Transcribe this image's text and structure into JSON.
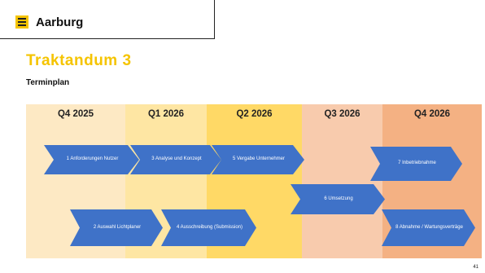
{
  "header": {
    "brand": "Aarburg"
  },
  "slide": {
    "title": "Traktandum 3",
    "subtitle": "Terminplan"
  },
  "quarters": [
    {
      "label": "Q4 2025",
      "color": "#fde9c4"
    },
    {
      "label": "Q1 2026",
      "color": "#fee6a3"
    },
    {
      "label": "Q2 2026",
      "color": "#ffd966"
    },
    {
      "label": "Q3 2026",
      "color": "#f8cbad"
    },
    {
      "label": "Q4 2026",
      "color": "#f4b183"
    }
  ],
  "tasks": [
    {
      "label": "1 Anforderungen Nutzer"
    },
    {
      "label": "2 Auswahl Lichtplaner"
    },
    {
      "label": "3 Analyse und Konzept"
    },
    {
      "label": "4 Ausschreibung (Submission)"
    },
    {
      "label": "5 Vergabe Unternehmer"
    },
    {
      "label": "6 Umsetzung"
    },
    {
      "label": "7 Inbetriebnahme"
    },
    {
      "label": "8 Abnahme / Wartungsverträge"
    }
  ],
  "page_number": "41",
  "colors": {
    "arrow": "#3f72c8",
    "accent": "#f5c400"
  }
}
